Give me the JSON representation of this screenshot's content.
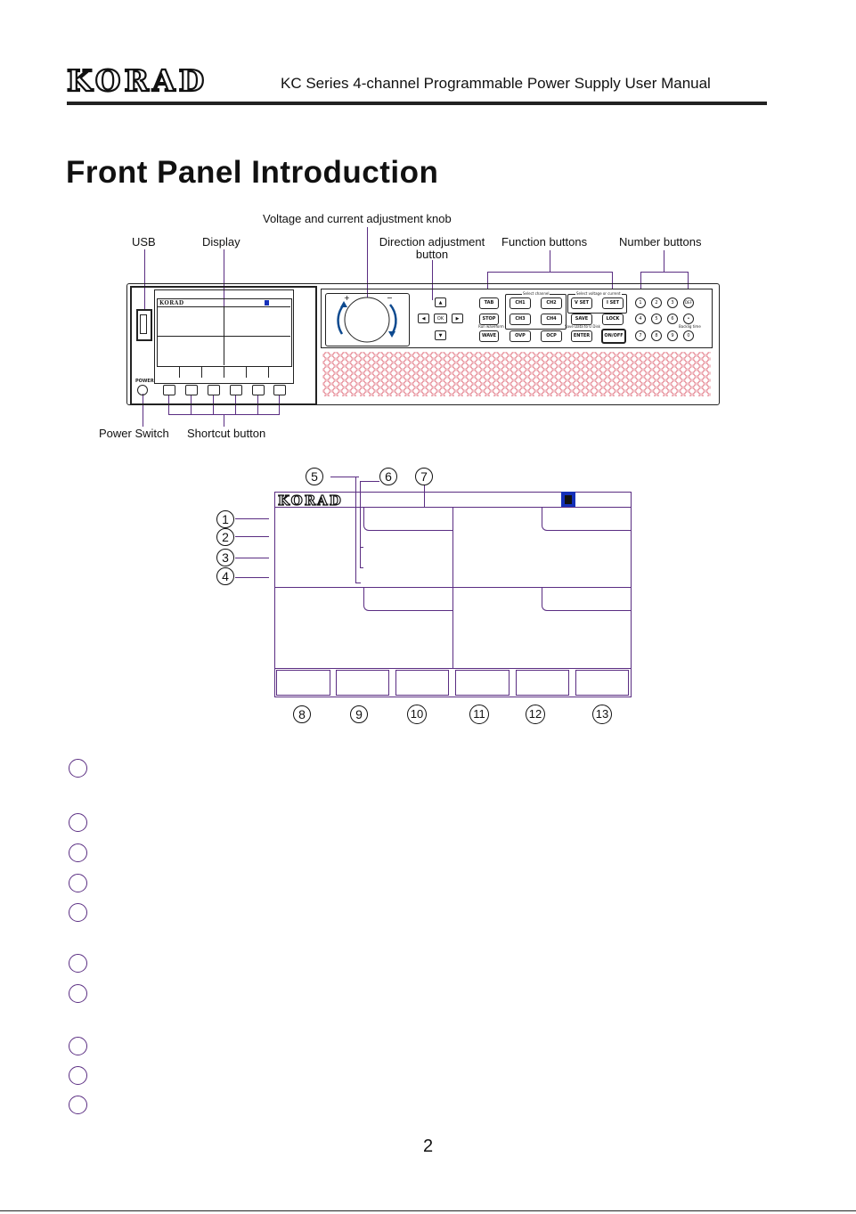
{
  "header": {
    "brand": "KORAD",
    "title": "KC Series 4-channel Programmable Power Supply User Manual"
  },
  "page_title": "Front Panel Introduction",
  "front_panel": {
    "callouts": {
      "knob": "Voltage and current adjustment knob",
      "usb": "USB",
      "display": "Display",
      "direction_line1": "Direction adjustment",
      "direction_line2": "button",
      "function": "Function buttons",
      "number": "Number buttons",
      "power_switch": "Power Switch",
      "shortcut": "Shortcut button"
    },
    "power_label": "POWER",
    "screen_brand": "KORAD",
    "direction_buttons": [
      "▲",
      "◀",
      "OK",
      "▶",
      "▼"
    ],
    "group_select_channel": "Select channel",
    "group_select_vi": "Select voltage or current",
    "function_buttons": {
      "tab": "TAB",
      "stop": "STOP",
      "wave": "WAVE",
      "ch1": "CH1",
      "ch2": "CH2",
      "ch3": "CH3",
      "ch4": "CH4",
      "ovp": "OVP",
      "ocp": "OCP",
      "vset": "V SET",
      "iset": "I SET",
      "save": "SAVE",
      "lock": "LOCK",
      "enter": "ENTER",
      "onoff": "ON/OFF"
    },
    "label_run_waveform": "Run waveform",
    "label_save_data": "Save Data to U Disk",
    "label_backlight": "Backlig time",
    "number_buttons": [
      "1",
      "2",
      "3",
      "DEF",
      "4",
      "5",
      "6",
      "•",
      "7",
      "8",
      "9",
      "0"
    ]
  },
  "display_diagram": {
    "brand": "KORAD",
    "top_markers": [
      "5",
      "6",
      "7"
    ],
    "left_markers": [
      "1",
      "2",
      "3",
      "4"
    ],
    "bottom_markers": [
      "8",
      "9",
      "10",
      "11",
      "12",
      "13"
    ]
  },
  "page_number": "2",
  "colors": {
    "accent_line": "#5a2d82",
    "knob_arrow": "#0e4a8f",
    "usb_indicator": "#1530b8",
    "grille": "#e0707e"
  }
}
